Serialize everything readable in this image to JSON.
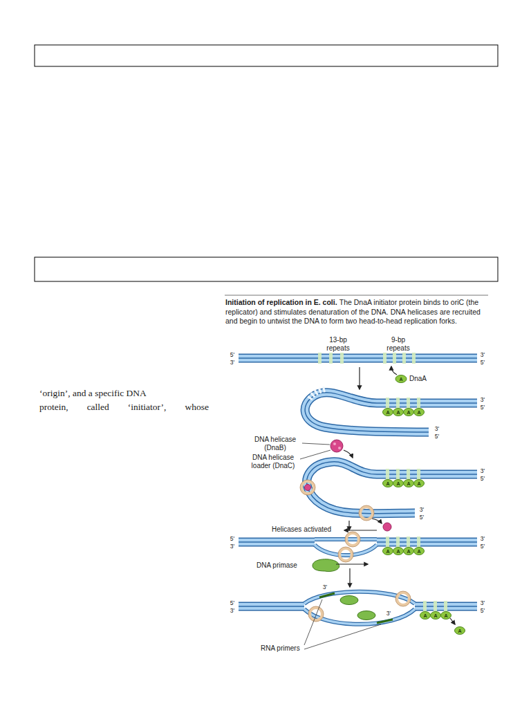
{
  "diagram": {
    "title": "Initiation of replication in E. coli.",
    "caption": "The DnaA initiator protein binds to oriC (the replicator) and stimulates denaturation of the DNA. DNA helicases are recruited and begin to untwist the DNA to form two head-to-head replication forks.",
    "labels": [
      "‘origin’, and a specific DNA",
      "protein, called ‘initiator’, whose",
      "13-bp repeats",
      "9-bp repeats",
      "5'",
      "3'",
      "3'",
      "5'",
      "A",
      "DnaA",
      "A",
      "A",
      "A",
      "A",
      "3'",
      "5'",
      "3'",
      "5'",
      "DNA helicase (DnaB)",
      "DNA helicase loader (DnaC)",
      "3'",
      "5'",
      "A",
      "A",
      "A",
      "A",
      "3'",
      "5'",
      "Helicases activated",
      "5'",
      "3'",
      "3'",
      "5'",
      "A",
      "A",
      "A",
      "A",
      "DNA primase",
      "5'",
      "3'",
      "3'",
      "5'",
      "A",
      "A",
      "A",
      "A",
      "3'",
      "3'",
      "RNA primers"
    ]
  }
}
